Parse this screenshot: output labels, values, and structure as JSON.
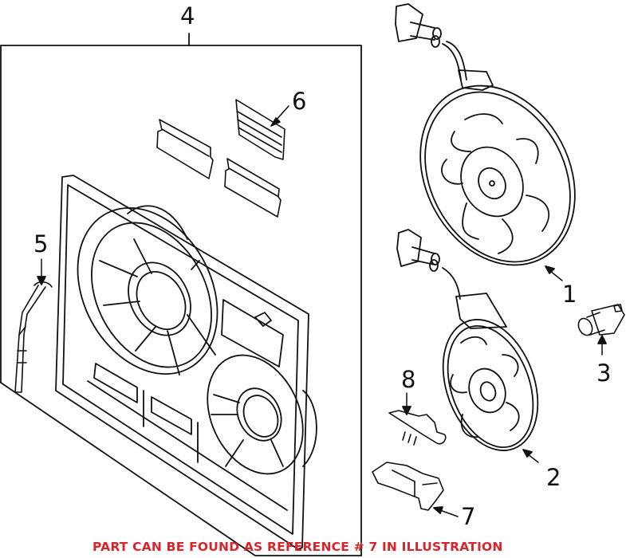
{
  "diagram": {
    "callouts": [
      {
        "id": "1",
        "label": "1"
      },
      {
        "id": "2",
        "label": "2"
      },
      {
        "id": "3",
        "label": "3"
      },
      {
        "id": "4",
        "label": "4"
      },
      {
        "id": "5",
        "label": "5"
      },
      {
        "id": "6",
        "label": "6"
      },
      {
        "id": "7",
        "label": "7"
      },
      {
        "id": "8",
        "label": "8"
      }
    ],
    "notice": "PART CAN BE FOUND AS REFERENCE # 7 IN ILLUSTRATION",
    "colors": {
      "line": "#111111",
      "notice": "#d8242a",
      "background": "#ffffff"
    }
  }
}
